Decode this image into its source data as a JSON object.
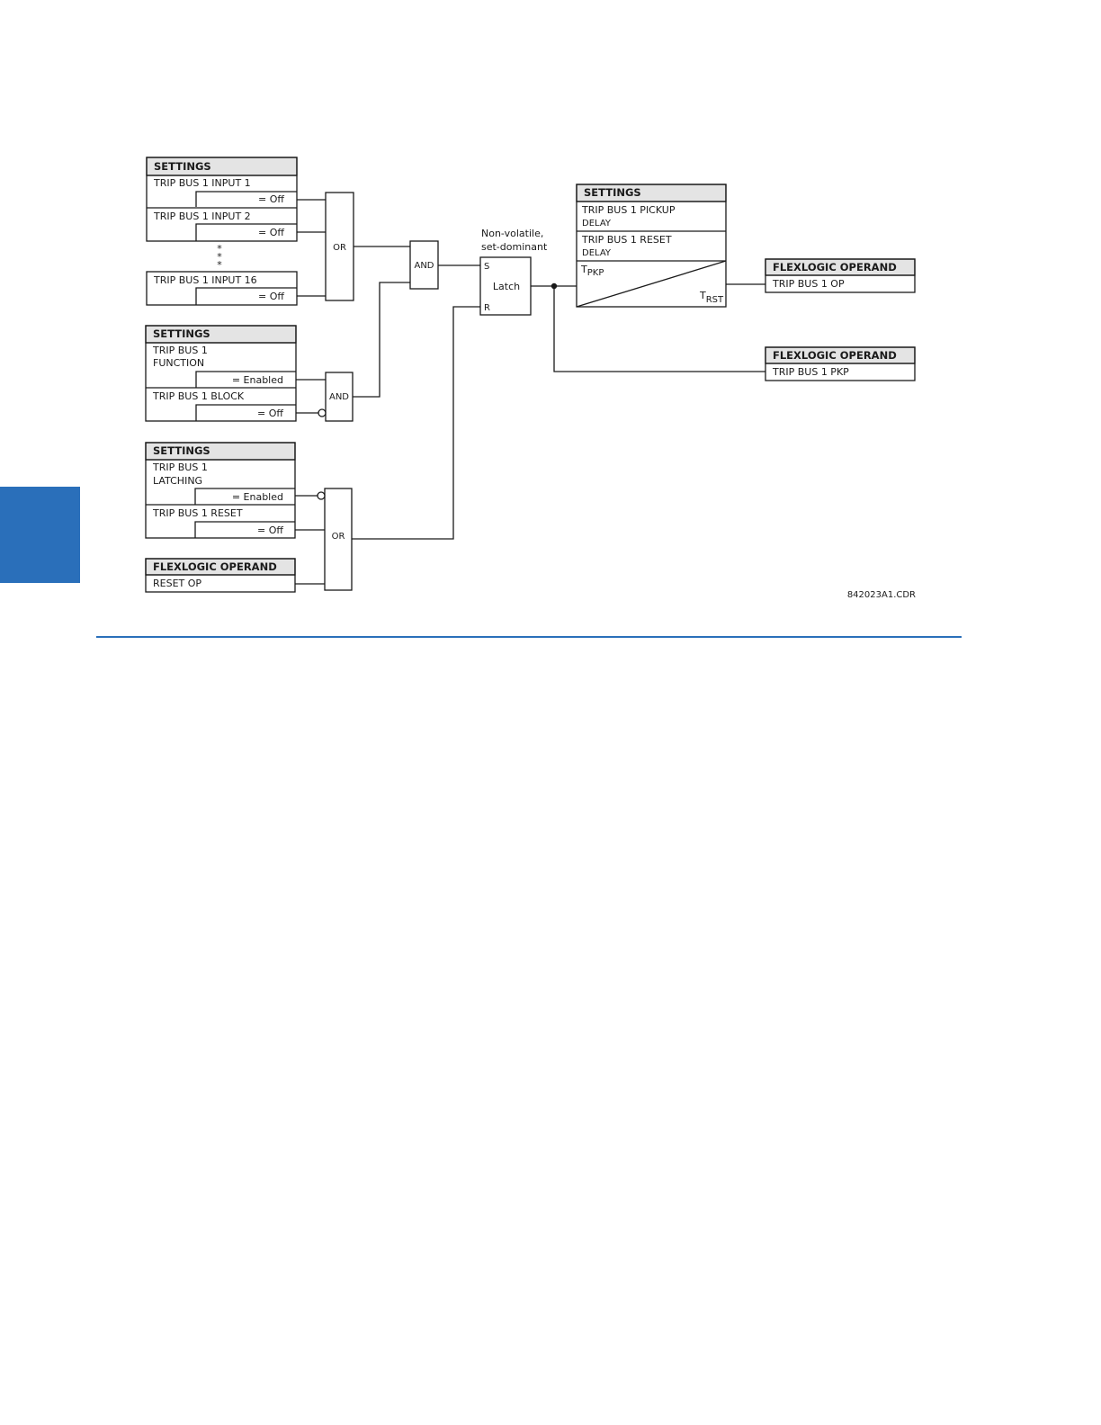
{
  "header": "SETTINGS",
  "operand_header": "FLEXLOGIC OPERAND",
  "inputs_block": {
    "input1": "TRIP BUS 1 INPUT 1",
    "input2": "TRIP BUS 1 INPUT 2",
    "input16": "TRIP BUS 1 INPUT 16",
    "off": "= Off",
    "ellipsis": "*"
  },
  "function_block": {
    "function_line1": "TRIP BUS 1",
    "function_line2": "FUNCTION",
    "enabled": "= Enabled",
    "block": "TRIP BUS 1 BLOCK",
    "off": "= Off"
  },
  "latching_block": {
    "latching_line1": "TRIP BUS 1",
    "latching_line2": "LATCHING",
    "enabled": "= Enabled",
    "reset": "TRIP BUS 1 RESET",
    "off": "= Off"
  },
  "reset_operand": "RESET OP",
  "gates": {
    "or": "OR",
    "and": "AND"
  },
  "latch": {
    "note_line1": "Non-volatile,",
    "note_line2": "set-dominant",
    "set": "S",
    "reset": "R",
    "label": "Latch"
  },
  "timer_block": {
    "pickup_line1": "TRIP BUS 1 PICKUP",
    "pickup_line2": "DELAY",
    "reset_line1": "TRIP BUS 1 RESET",
    "reset_line2": "DELAY",
    "t": "T",
    "pkp_sub": "PKP",
    "rst_sub": "RST"
  },
  "outputs": {
    "op": "TRIP BUS 1 OP",
    "pkp": "TRIP BUS 1 PKP"
  },
  "figure_code": "842023A1.CDR",
  "colors": {
    "accent": "#2a6fba",
    "header_fill": "#e4e4e4",
    "line": "#1a1a1a"
  }
}
